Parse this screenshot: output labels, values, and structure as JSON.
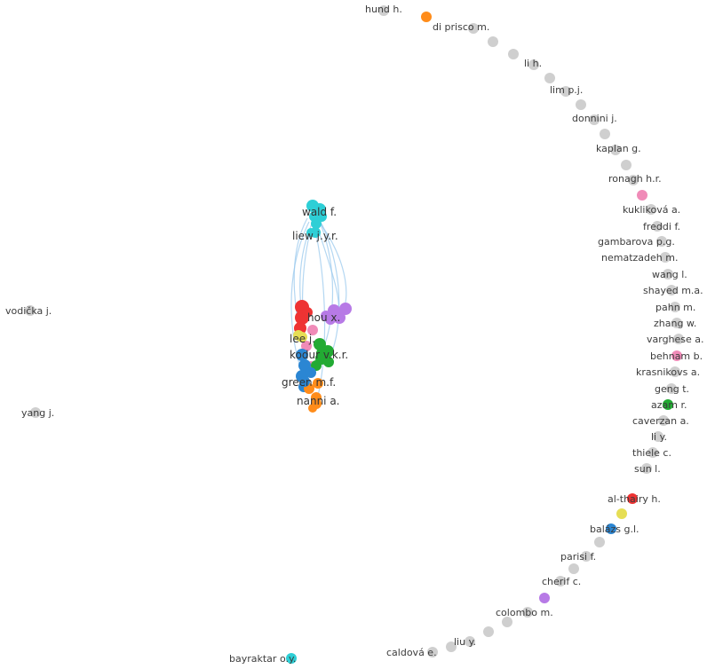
{
  "colors": {
    "grey": "#cfcfcf",
    "cyan": "#2ecfd6",
    "red": "#ee3333",
    "purple": "#b77ae6",
    "green": "#22aa33",
    "blue": "#2b86d3",
    "orange": "#ff8c1a",
    "yellow": "#e6de55",
    "pink": "#f08bb8",
    "edge": "#9bc9ee"
  },
  "nodes": [
    {
      "id": "hund",
      "label": "hund h.",
      "color": "grey"
    },
    {
      "id": "unk1",
      "label": "",
      "color": "orange"
    },
    {
      "id": "diprisco",
      "label": "di prisco m.",
      "color": "grey"
    },
    {
      "id": "unk2",
      "label": "",
      "color": "grey"
    },
    {
      "id": "unk3",
      "label": "",
      "color": "grey"
    },
    {
      "id": "li_h",
      "label": "li h.",
      "color": "grey"
    },
    {
      "id": "unk4",
      "label": "",
      "color": "grey"
    },
    {
      "id": "lim",
      "label": "lim p.j.",
      "color": "grey"
    },
    {
      "id": "unk5",
      "label": "",
      "color": "grey"
    },
    {
      "id": "donnini",
      "label": "donnini j.",
      "color": "grey"
    },
    {
      "id": "unk6",
      "label": "",
      "color": "grey"
    },
    {
      "id": "kaplan",
      "label": "kaplan g.",
      "color": "grey"
    },
    {
      "id": "unk7",
      "label": "",
      "color": "grey"
    },
    {
      "id": "ronagh",
      "label": "ronagh h.r.",
      "color": "grey"
    },
    {
      "id": "unk8",
      "label": "",
      "color": "pink"
    },
    {
      "id": "kuklikova",
      "label": "kukliková a.",
      "color": "grey"
    },
    {
      "id": "freddi",
      "label": "freddi f.",
      "color": "grey"
    },
    {
      "id": "gambarova",
      "label": "gambarova p.g.",
      "color": "grey"
    },
    {
      "id": "nematzadeh",
      "label": "nematzadeh m.",
      "color": "grey"
    },
    {
      "id": "wang",
      "label": "wang l.",
      "color": "grey"
    },
    {
      "id": "shayed",
      "label": "shayed m.a.",
      "color": "grey"
    },
    {
      "id": "pahn",
      "label": "pahn m.",
      "color": "grey"
    },
    {
      "id": "zhang",
      "label": "zhang w.",
      "color": "grey"
    },
    {
      "id": "varghese",
      "label": "varghese a.",
      "color": "grey"
    },
    {
      "id": "behnam",
      "label": "behnam b.",
      "color": "pink"
    },
    {
      "id": "krasnikovs",
      "label": "krasnikovs a.",
      "color": "grey"
    },
    {
      "id": "geng",
      "label": "geng t.",
      "color": "grey"
    },
    {
      "id": "azam",
      "label": "azam r.",
      "color": "green"
    },
    {
      "id": "caverzan",
      "label": "caverzan a.",
      "color": "grey"
    },
    {
      "id": "li_y",
      "label": "li y.",
      "color": "grey"
    },
    {
      "id": "thiele",
      "label": "thiele c.",
      "color": "grey"
    },
    {
      "id": "sun",
      "label": "sun l.",
      "color": "grey"
    },
    {
      "id": "althairy",
      "label": "al-thairy h.",
      "color": "red"
    },
    {
      "id": "unk9",
      "label": "",
      "color": "yellow"
    },
    {
      "id": "balazs",
      "label": "balázs g.l.",
      "color": "blue"
    },
    {
      "id": "unk10",
      "label": "",
      "color": "grey"
    },
    {
      "id": "parisi",
      "label": "parisi f.",
      "color": "grey"
    },
    {
      "id": "unk11",
      "label": "",
      "color": "grey"
    },
    {
      "id": "cherif",
      "label": "cherif c.",
      "color": "grey"
    },
    {
      "id": "unk12",
      "label": "",
      "color": "purple"
    },
    {
      "id": "colombo",
      "label": "colombo m.",
      "color": "grey"
    },
    {
      "id": "unk13",
      "label": "",
      "color": "grey"
    },
    {
      "id": "unk14",
      "label": "",
      "color": "grey"
    },
    {
      "id": "liu",
      "label": "liu y.",
      "color": "grey"
    },
    {
      "id": "unk15",
      "label": "",
      "color": "grey"
    },
    {
      "id": "caldova",
      "label": "caldová e.",
      "color": "grey"
    },
    {
      "id": "bayraktar",
      "label": "bayraktar o.y.",
      "color": "cyan"
    },
    {
      "id": "vodicka",
      "label": "vodička j.",
      "color": "grey"
    },
    {
      "id": "yang",
      "label": "yang j.",
      "color": "grey"
    },
    {
      "id": "wald",
      "label": "wald f.",
      "color": "cyan"
    },
    {
      "id": "liew",
      "label": "liew j.y.r.",
      "color": "cyan"
    },
    {
      "id": "hou",
      "label": "hou x.",
      "color": "purple"
    },
    {
      "id": "lee",
      "label": "lee j.",
      "color": "yellow"
    },
    {
      "id": "kodur",
      "label": "kodur v.k.r.",
      "color": "green"
    },
    {
      "id": "green",
      "label": "green m.f.",
      "color": "blue"
    },
    {
      "id": "nanni",
      "label": "nanni a.",
      "color": "orange"
    }
  ]
}
